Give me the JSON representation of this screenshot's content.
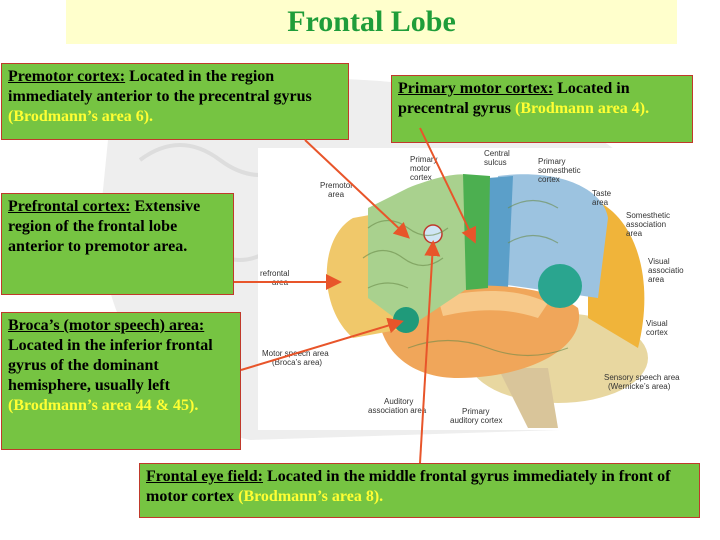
{
  "title": "Frontal Lobe",
  "boxes": {
    "premotor": {
      "head": "Premotor cortex:",
      "text": " Located in the region immediately anterior to the precentral gyrus ",
      "brodmann": "(Brodmann’s area 6)."
    },
    "primary_motor": {
      "head": "Primary motor cortex:",
      "text": " Located in precentral gyrus ",
      "brodmann": "(Brodmann area 4)."
    },
    "prefrontal": {
      "head": "Prefrontal cortex:",
      "text": " Extensive region of the frontal lobe anterior to premotor area."
    },
    "broca": {
      "head": "Broca’s (motor speech) area:",
      "text": " Located in the inferior frontal gyrus of the dominant hemisphere, usually left ",
      "brodmann": "(Brodmann’s area 44 & 45)."
    },
    "frontal_eye": {
      "head": "Frontal eye field:",
      "text": " Located in the middle frontal gyrus immediately in front of  motor cortex ",
      "brodmann": "(Brodmann’s area 8)."
    }
  },
  "diagram_labels": {
    "primary_motor": [
      "Primary",
      "motor",
      "cortex"
    ],
    "central_sulcus": [
      "Central",
      "sulcus"
    ],
    "primary_somesthetic": [
      "Primary",
      "somesthetic",
      "cortex"
    ],
    "premotor": [
      "Premotor",
      "area"
    ],
    "taste": [
      "Taste",
      "area"
    ],
    "somesthetic_assoc": [
      "Somesthetic",
      "association",
      "area"
    ],
    "prefrontal": [
      "refrontal",
      "area"
    ],
    "visual_assoc": [
      "Visual",
      "associatio",
      "area"
    ],
    "visual_cortex": [
      "Visual",
      "cortex"
    ],
    "motor_speech": [
      "Motor speech area",
      "(Broca’s area)"
    ],
    "sensory_speech": [
      "Sensory speech area",
      "(Wernicke’s area)"
    ],
    "auditory_assoc": [
      "Auditory",
      "association area"
    ],
    "primary_auditory": [
      "Primary",
      "auditory cortex"
    ]
  },
  "colors": {
    "box_fill": "#76c442",
    "box_border": "#c0392b",
    "brodmann_text": "#ffff33",
    "title_text": "#1f9d3a",
    "title_bg": "#ffffcc",
    "arrow": "#e8552a"
  }
}
